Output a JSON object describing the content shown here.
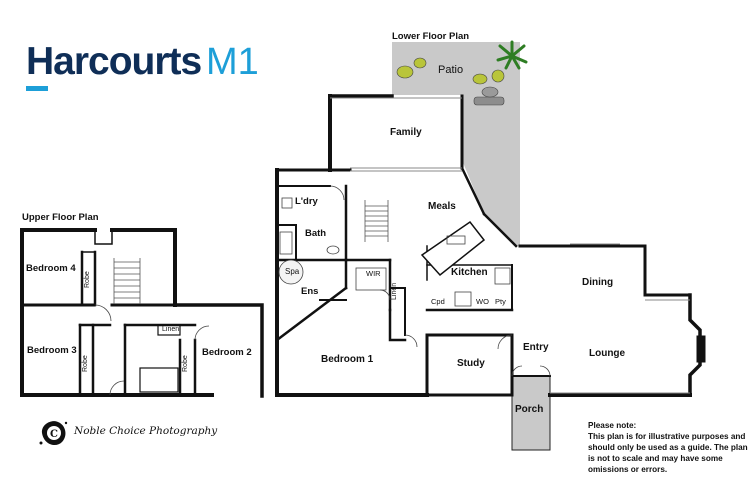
{
  "brand": {
    "name": "Harcourts",
    "office": "M1",
    "accent": "#1d9fd8",
    "primary": "#0f2e57"
  },
  "headings": {
    "upper": "Upper Floor Plan",
    "lower": "Lower Floor Plan"
  },
  "rooms": {
    "patio": "Patio",
    "family": "Family",
    "laundry": "L'dry",
    "meals": "Meals",
    "bath_lower": "Bath",
    "spa": "Spa",
    "ensuite": "Ens",
    "wir": "WIR",
    "kitchen": "Kitchen",
    "cupboard": "Cpd",
    "wall_oven": "WO",
    "pantry": "Pty",
    "linen_lower": "Linen",
    "dining": "Dining",
    "bedroom1": "Bedroom 1",
    "study": "Study",
    "entry": "Entry",
    "lounge": "Lounge",
    "porch": "Porch",
    "bedroom4": "Bedroom 4",
    "bedroom3": "Bedroom 3",
    "bedroom2": "Bedroom 2",
    "robe_b4": "Robe",
    "robe_b3": "Robe",
    "robe_b2": "Robe",
    "linen_upper": "Linen"
  },
  "photographer": "Noble Choice Photography",
  "note": {
    "title": "Please note:",
    "body": "This plan is for illustrative purposes and should only be used as a guide. The plan is not to scale and may have some omissions or errors."
  }
}
